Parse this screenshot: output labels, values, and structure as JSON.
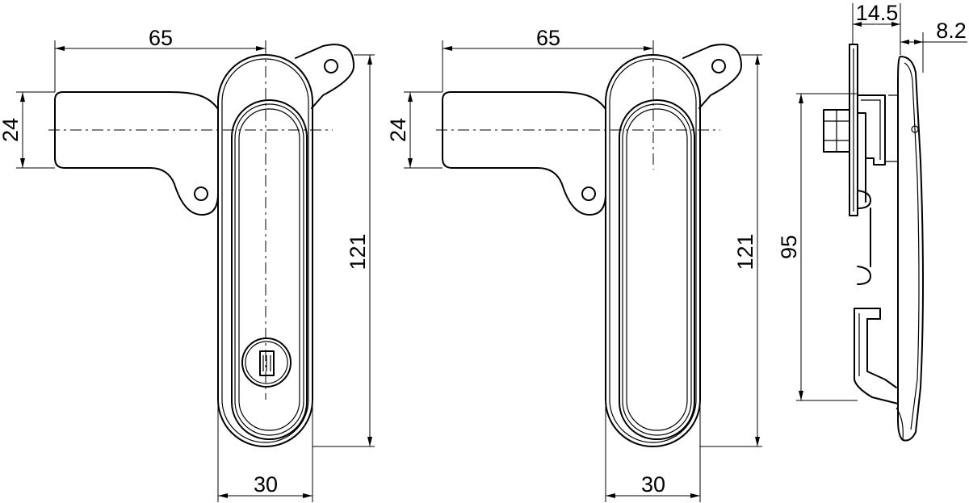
{
  "views": [
    {
      "name": "front-view-with-lock",
      "dimensions": {
        "lever_length": "65",
        "lever_height": "24",
        "overall_height": "121",
        "body_width": "30"
      }
    },
    {
      "name": "front-view-without-lock",
      "dimensions": {
        "lever_length": "65",
        "lever_height": "24",
        "overall_height": "121",
        "body_width": "30"
      }
    },
    {
      "name": "side-view",
      "dimensions": {
        "depth_total": "14.5",
        "depth_front": "8.2",
        "hole_spacing": "95"
      }
    }
  ],
  "colors": {
    "line": "#000000",
    "background": "#ffffff"
  }
}
